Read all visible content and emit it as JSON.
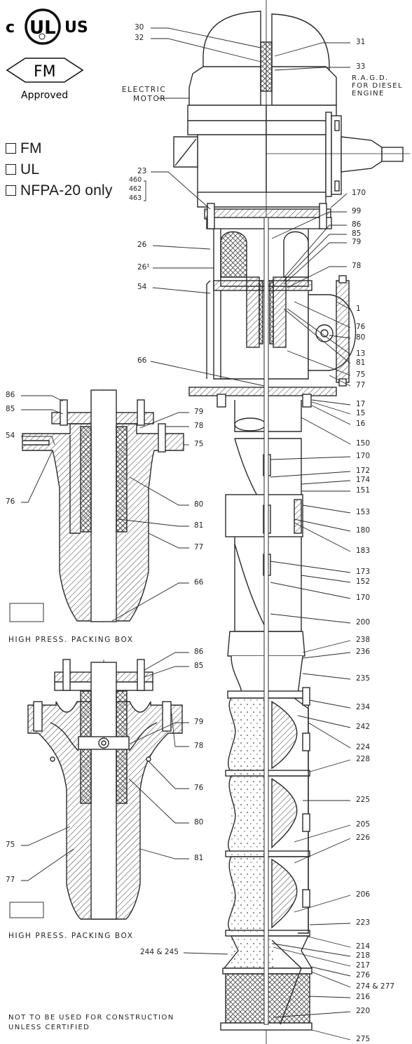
{
  "logos": {
    "ul_c": "c",
    "ul_mark": "UL",
    "ul_us": "US",
    "fm_mark": "FM",
    "fm_approved": "Approved"
  },
  "checkboxes": [
    {
      "label": "FM"
    },
    {
      "label": "UL"
    },
    {
      "label": "NFPA-20 only"
    }
  ],
  "captions": {
    "packing_box_1": "HIGH PRESS. PACKING BOX",
    "packing_box_2": "HIGH PRESS. PACKING BOX",
    "notice_line1": "NOT TO BE USED FOR CONSTRUCTION",
    "notice_line2": "UNLESS CERTIFIED",
    "electric_motor_1": "ELECTRIC",
    "electric_motor_2": "MOTOR",
    "ragd_1": "R.A.G.D.",
    "ragd_2": "FOR DIESEL",
    "ragd_3": "ENGINE"
  },
  "callouts": {
    "main_left": [
      "30",
      "32",
      "23",
      "460",
      "462",
      "463",
      "26",
      "26¹",
      "54",
      "66",
      "244 & 245"
    ],
    "main_right": [
      "31",
      "33",
      "170",
      "99",
      "86",
      "85",
      "79",
      "78",
      "1",
      "76",
      "80",
      "13",
      "81",
      "75",
      "77",
      "17",
      "15",
      "16",
      "150",
      "170",
      "172",
      "174",
      "151",
      "153",
      "180",
      "183",
      "173",
      "152",
      "170",
      "200",
      "238",
      "236",
      "235",
      "234",
      "242",
      "224",
      "228",
      "225",
      "205",
      "226",
      "206",
      "223",
      "214",
      "218",
      "217",
      "276",
      "274 & 277",
      "216",
      "220",
      "275"
    ],
    "box1_left": [
      "86",
      "85",
      "54",
      "76"
    ],
    "box1_right": [
      "79",
      "78",
      "75",
      "80",
      "81",
      "77",
      "66"
    ],
    "box2_left": [
      "75",
      "77"
    ],
    "box2_right": [
      "86",
      "85",
      "79",
      "78",
      "76",
      "80",
      "81"
    ]
  },
  "colors": {
    "line": "#2a2a2a",
    "hatch": "#555555",
    "paper": "#ffffff"
  }
}
